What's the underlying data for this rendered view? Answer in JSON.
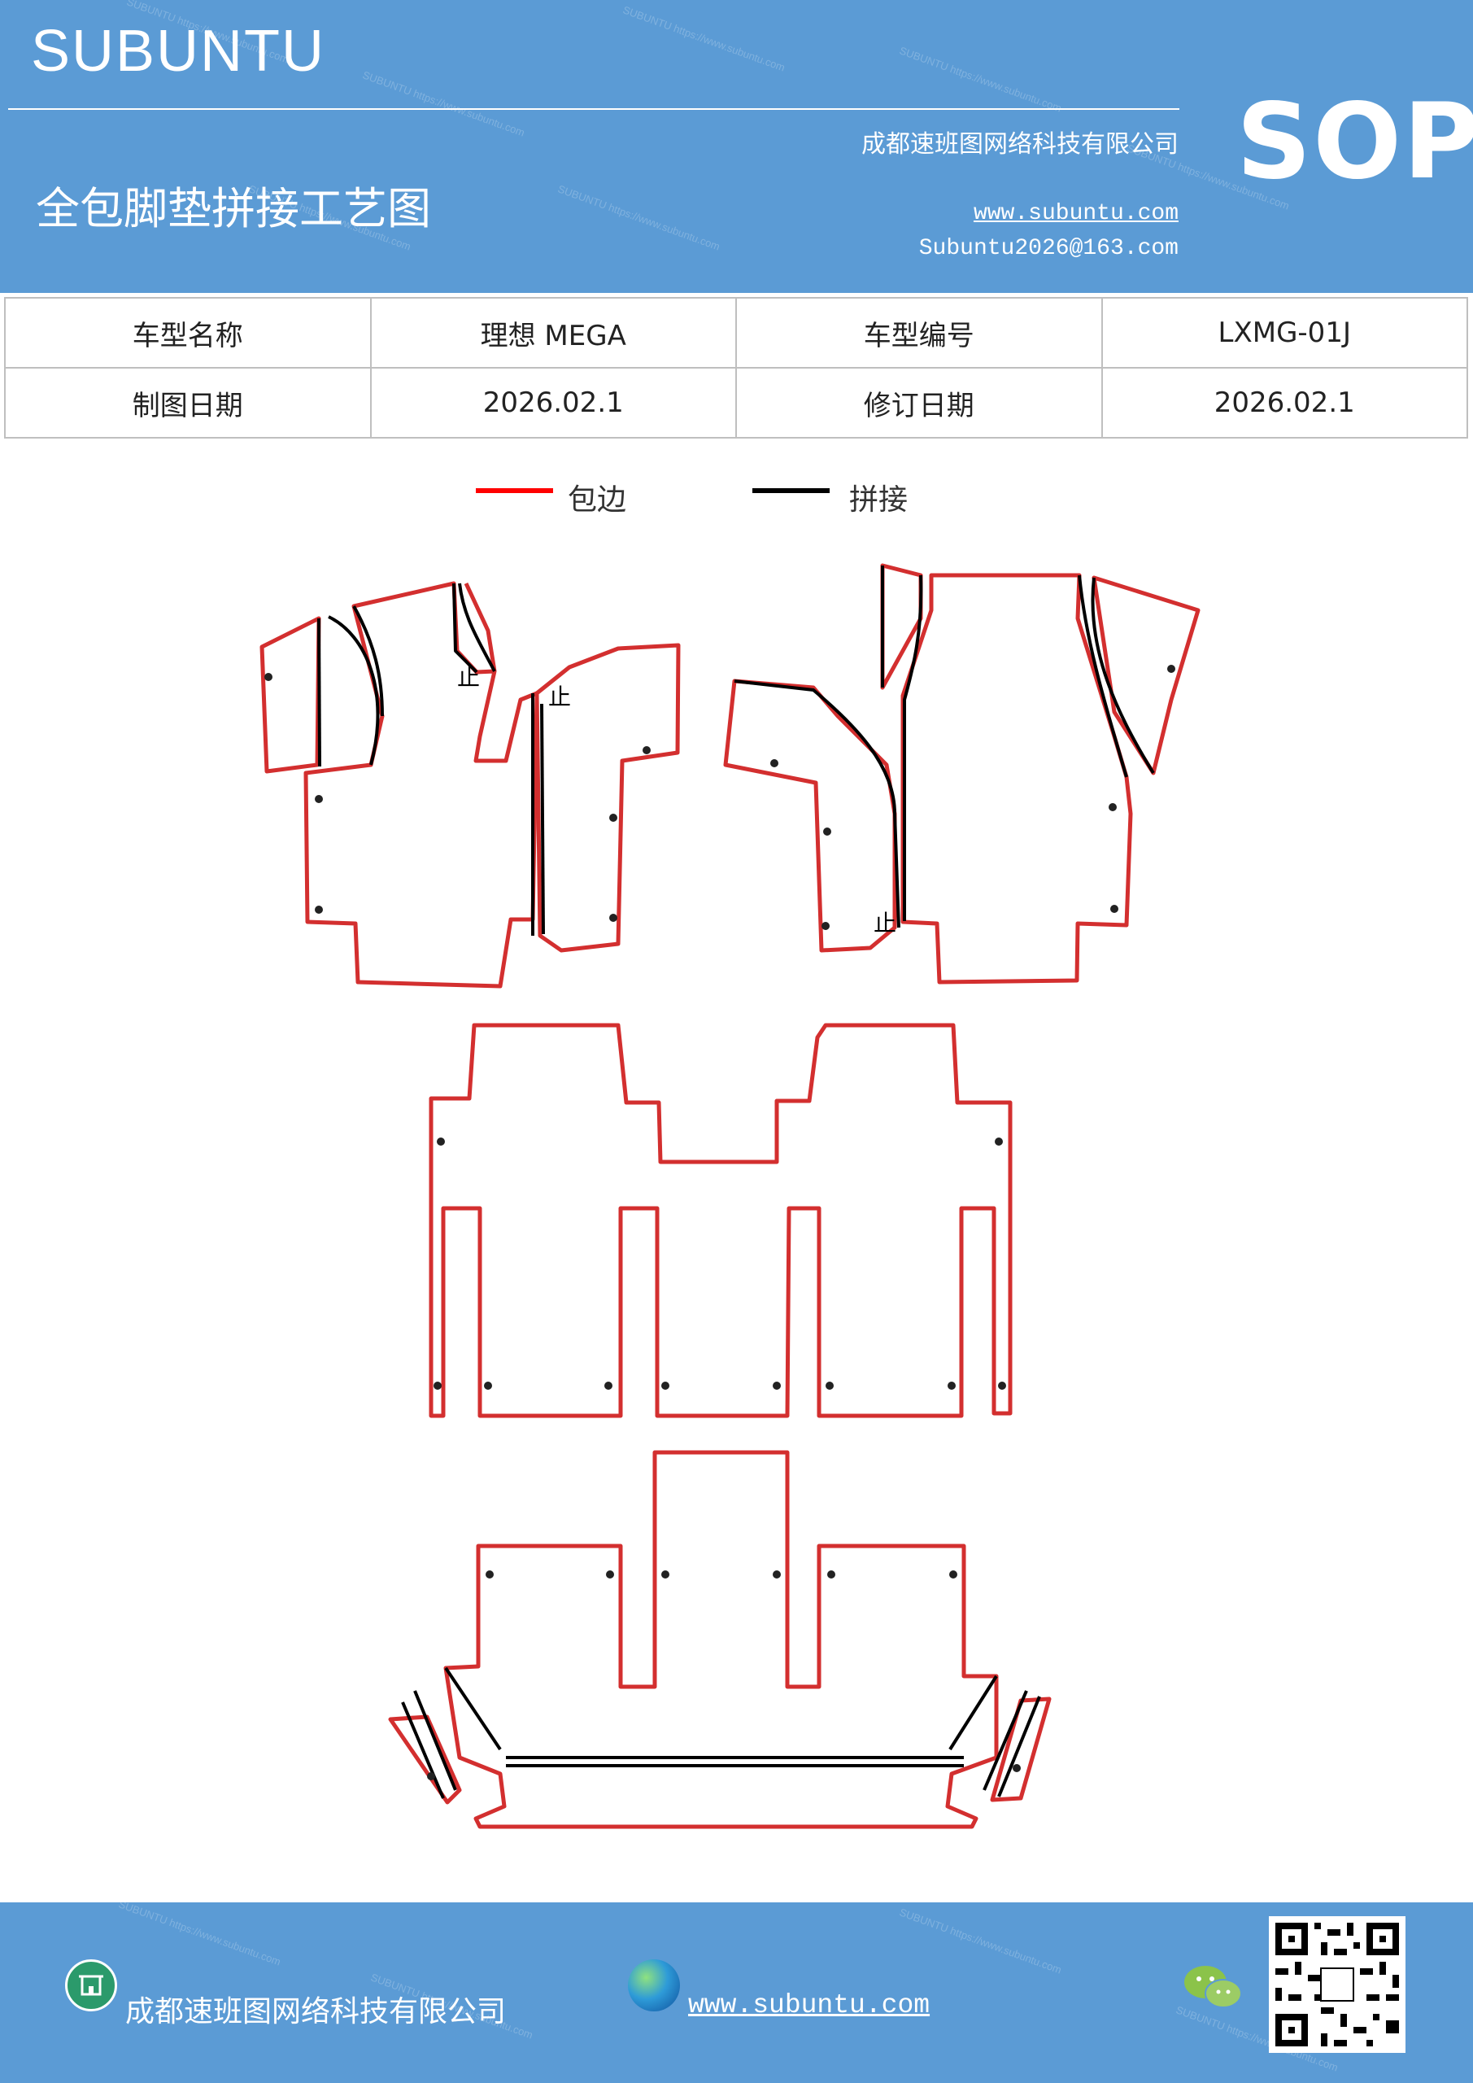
{
  "header": {
    "brand": "SUBUNTU",
    "badge": "SOP",
    "title": "全包脚垫拼接工艺图",
    "company": "成都速班图网络科技有限公司",
    "website": "www.subuntu.com",
    "email": "Subuntu2026@163.com"
  },
  "info_table": {
    "row1": {
      "label1": "车型名称",
      "value1": "理想 MEGA",
      "label2": "车型编号",
      "value2": "LXMG-01J"
    },
    "row2": {
      "label1": "制图日期",
      "value1": "2026.02.1",
      "label2": "修订日期",
      "value2": "2026.02.1"
    }
  },
  "legend": {
    "items": [
      {
        "label": "包边",
        "color": "#ff0000"
      },
      {
        "label": "拼接",
        "color": "#000000"
      }
    ]
  },
  "diagram": {
    "edge_color": "#d32f2f",
    "seam_color": "#000000",
    "stop_mark": "止"
  },
  "footer": {
    "company": "成都速班图网络科技有限公司",
    "website": "www.subuntu.com"
  }
}
